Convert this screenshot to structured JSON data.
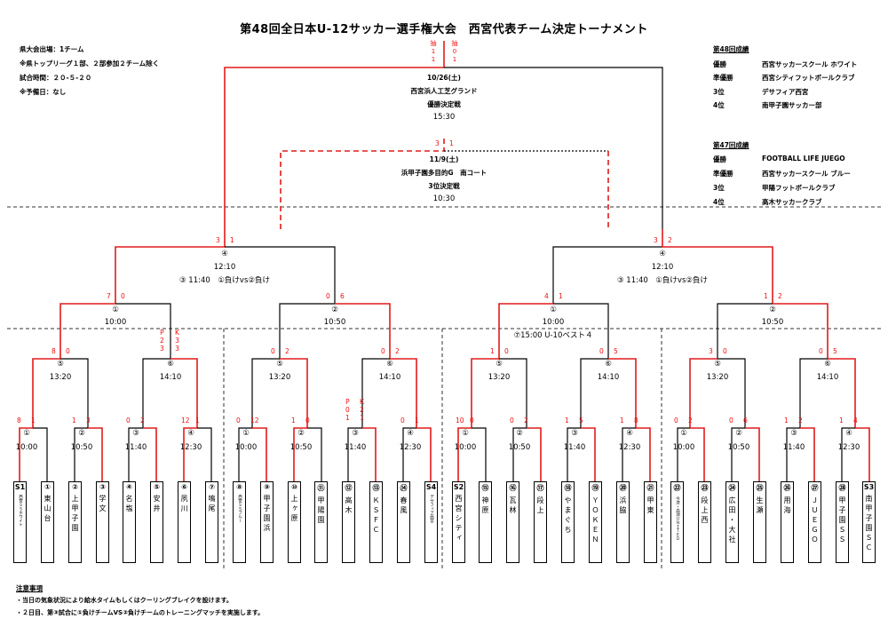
{
  "title": "第48回全日本U-12サッカー選手権大会　西宮代表チーム決定トーナメント",
  "notes": [
    "県大会出場：1チーム",
    "※県トップリーグ１部、２部参加２チーム除く",
    "試合時間：２０-５-２０",
    "※予備日：なし"
  ],
  "results48": {
    "heading": "第48回成績",
    "rows": [
      {
        "rank": "優勝",
        "team": "西宮サッカースクール ホワイト"
      },
      {
        "rank": "準優勝",
        "team": "西宮シティフットボールクラブ"
      },
      {
        "rank": "3位",
        "team": "デサフィア西宮"
      },
      {
        "rank": "4位",
        "team": "南甲子園サッカー部"
      }
    ]
  },
  "results47": {
    "heading": "第47回成績",
    "rows": [
      {
        "rank": "優勝",
        "team": "FOOTBALL LIFE JUEGO"
      },
      {
        "rank": "準優勝",
        "team": "西宮サッカースクール ブルー"
      },
      {
        "rank": "3位",
        "team": "甲陽フットボールクラブ"
      },
      {
        "rank": "4位",
        "team": "高木サッカークラブ"
      }
    ]
  },
  "final": {
    "date": "10/26(土)",
    "venue": "西宮浜人工芝グランド",
    "name": "優勝決定戦",
    "time": "15:30",
    "pk_left": "抽\n1\n1",
    "pk_right": "抽\n0\n1"
  },
  "third": {
    "date": "11/9(土)",
    "venue": "浜甲子園多目的G　南コート",
    "name": "3位決定戦",
    "time": "10:30",
    "score_left": "3",
    "score_right": "1"
  },
  "day2": {
    "label_left": "③ 11:40　①負けvs②負け",
    "label_right": "③ 11:40　①負けvs②負け",
    "time": "12:10",
    "extra": "⑦15:00  U-10ベスト４"
  },
  "match": {
    "m1": "①",
    "m2": "②",
    "m3": "③",
    "m4": "④",
    "m5": "⑤",
    "m6": "⑥",
    "t1": "10:00",
    "t2": "10:50",
    "t3": "11:40",
    "t4": "12:30",
    "t5": "13:20",
    "t6": "14:10"
  },
  "scores": {
    "sf_l": [
      "3",
      "1"
    ],
    "sf_r": [
      "3",
      "2"
    ],
    "qa": [
      "7",
      "0"
    ],
    "qb": [
      "0",
      "6"
    ],
    "qc": [
      "4",
      "1"
    ],
    "qd": [
      "1",
      "2"
    ],
    "r5a": [
      "8",
      "0"
    ],
    "r6a": [
      "P\n2\n3",
      "K\n3\n3"
    ],
    "r5b": [
      "0",
      "2"
    ],
    "r6b": [
      "0",
      "2"
    ],
    "r5c": [
      "1",
      "0"
    ],
    "r6c": [
      "0",
      "5"
    ],
    "r5d": [
      "3",
      "0"
    ],
    "r6d": [
      "0",
      "5"
    ],
    "r1": [
      [
        "8",
        "1"
      ],
      [
        "1",
        "3"
      ],
      [
        "0",
        "2"
      ],
      [
        "12",
        "1"
      ],
      [
        "0",
        "12"
      ],
      [
        "1",
        "0"
      ],
      [
        "P\n0\n1",
        "K\n2\n1"
      ],
      [
        "0",
        "1"
      ],
      [
        "10",
        "0"
      ],
      [
        "0",
        "2"
      ],
      [
        "1",
        "5"
      ],
      [
        "1",
        "8"
      ],
      [
        "0",
        "2"
      ],
      [
        "0",
        "6"
      ],
      [
        "1",
        "2"
      ],
      [
        "1",
        "4"
      ]
    ]
  },
  "teams": [
    {
      "label": "S1",
      "name": "西宮ＳＳホワイト",
      "small": true
    },
    {
      "label": "①",
      "name": "東山台"
    },
    {
      "label": "②",
      "name": "上甲子園"
    },
    {
      "label": "③",
      "name": "学文"
    },
    {
      "label": "④",
      "name": "名塩"
    },
    {
      "label": "⑤",
      "name": "安井"
    },
    {
      "label": "⑥",
      "name": "夙川"
    },
    {
      "label": "⑦",
      "name": "鳴尾"
    },
    {
      "label": "⑧",
      "name": "西宮ＳＳブルー",
      "small": true
    },
    {
      "label": "⑨",
      "name": "甲子園浜"
    },
    {
      "label": "⑩",
      "name": "上ヶ原"
    },
    {
      "label": "⑪",
      "name": "甲陽園"
    },
    {
      "label": "⑫",
      "name": "高木"
    },
    {
      "label": "⑬",
      "name": "ＫＳＦＣ"
    },
    {
      "label": "⑭",
      "name": "春風"
    },
    {
      "label": "S4",
      "name": "デサフィア西宮",
      "small": true
    },
    {
      "label": "S2",
      "name": "西宮シティ"
    },
    {
      "label": "⑮",
      "name": "神原"
    },
    {
      "label": "⑯",
      "name": "瓦林"
    },
    {
      "label": "⑰",
      "name": "段上"
    },
    {
      "label": "⑱",
      "name": "やまぐち"
    },
    {
      "label": "⑲",
      "name": "ＹＯＫＥＮ"
    },
    {
      "label": "⑳",
      "name": "浜脇"
    },
    {
      "label": "㉑",
      "name": "甲東"
    },
    {
      "label": "㉒",
      "name": "今津・高須ＵＮＩＴＥＤ",
      "small": true
    },
    {
      "label": "㉓",
      "name": "段上西"
    },
    {
      "label": "㉔",
      "name": "広田・大社"
    },
    {
      "label": "㉕",
      "name": "生瀬"
    },
    {
      "label": "㉖",
      "name": "用海"
    },
    {
      "label": "㉗",
      "name": "ＪＵＥＧＯ"
    },
    {
      "label": "㉘",
      "name": "甲子園ＳＳ"
    },
    {
      "label": "S3",
      "name": "南甲子園ＳＣ"
    }
  ],
  "footer": {
    "heading": "注意事項",
    "lines": [
      "・当日の気象状況により給水タイムもしくはクーリングブレイクを設けます。",
      "・２日目、第③試合に①負けチームVS②負けチームのトレーニングマッチを実施します。"
    ]
  },
  "colors": {
    "win": "#e11b1b",
    "line": "#000000",
    "dash": "#333333"
  }
}
